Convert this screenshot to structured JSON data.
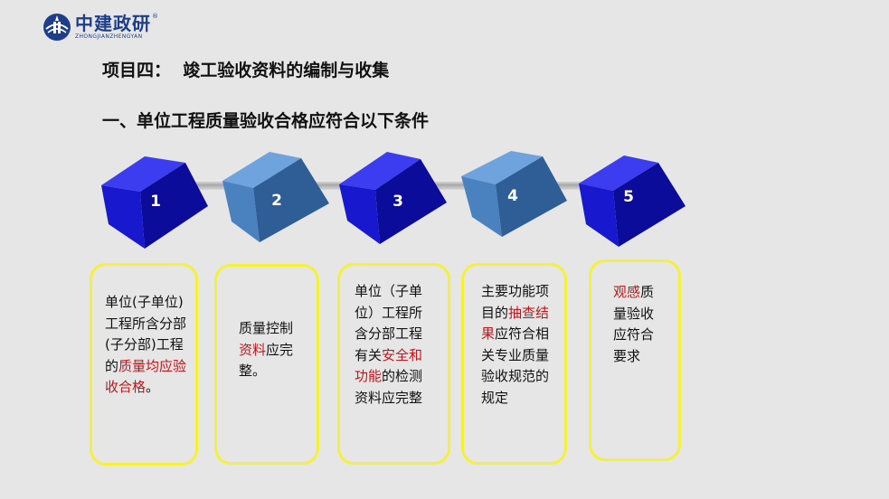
{
  "logo": {
    "name": "中建政研",
    "name_en": "ZHONGJIANZHENGYAN",
    "reg": "®"
  },
  "title": "项目四：  竣工验收资料的编制与收集",
  "subtitle": "一、单位工程质量验收合格应符合以下条件",
  "steps": [
    {
      "number": "1",
      "style": "dark-blue"
    },
    {
      "number": "2",
      "style": "steel-blue"
    },
    {
      "number": "3",
      "style": "dark-blue"
    },
    {
      "number": "4",
      "style": "steel-blue"
    },
    {
      "number": "5",
      "style": "dark-blue"
    }
  ],
  "cards": [
    {
      "pre": "单位(子单位)工程所含分部(子分部)工程的",
      "hl": "质量均应验收合格",
      "post": "。"
    },
    {
      "pre": "质量控制",
      "hl": "资料",
      "post": "应完整。"
    },
    {
      "pre": "单位（子单位）工程所含分部工程有关",
      "hl": "安全和功能",
      "post": "的检测资料应完整"
    },
    {
      "pre": "主要功能项目的",
      "hl": "抽查结果",
      "post": "应符合相关专业质量验收规范的规定"
    },
    {
      "pre": "",
      "hl": "观感",
      "post": "质量验收应符合要求"
    }
  ],
  "colors": {
    "accent_red": "#c0161b",
    "card_border": "#f5f03a",
    "dark_blue": "#1a1ad6",
    "steel_blue": "#4a82c0"
  }
}
